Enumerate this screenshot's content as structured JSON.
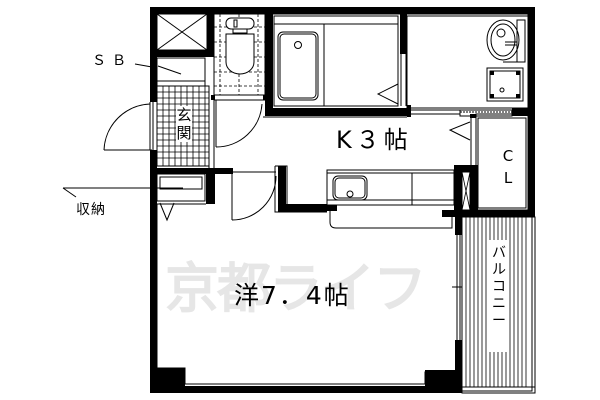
{
  "floorplan": {
    "watermark": "京都ライフ",
    "rooms": {
      "western_room": {
        "label": "洋7．4帖",
        "type": "洋室",
        "size_jo": 7.4
      },
      "kitchen": {
        "label": "K３帖",
        "type": "キッチン",
        "size_jo": 3
      },
      "entrance": {
        "label": "玄関",
        "chars": [
          "玄",
          "関"
        ]
      },
      "closet": {
        "label": "CL",
        "chars": [
          "C",
          "L"
        ]
      },
      "balcony": {
        "label": "バルコニー",
        "chars": [
          "バ",
          "ル",
          "コ",
          "ニ",
          "ー"
        ]
      }
    },
    "callouts": {
      "shoe_box": "ＳＢ",
      "storage": "収納"
    },
    "fixtures": [
      "washing-machine-space",
      "toilet",
      "bathtub",
      "washbasin",
      "washing-machine-pan",
      "kitchen-sink",
      "shoe-box",
      "storage-closet"
    ],
    "colors": {
      "wall": "#000000",
      "background": "#ffffff",
      "watermark": "#e6e6e6"
    }
  }
}
